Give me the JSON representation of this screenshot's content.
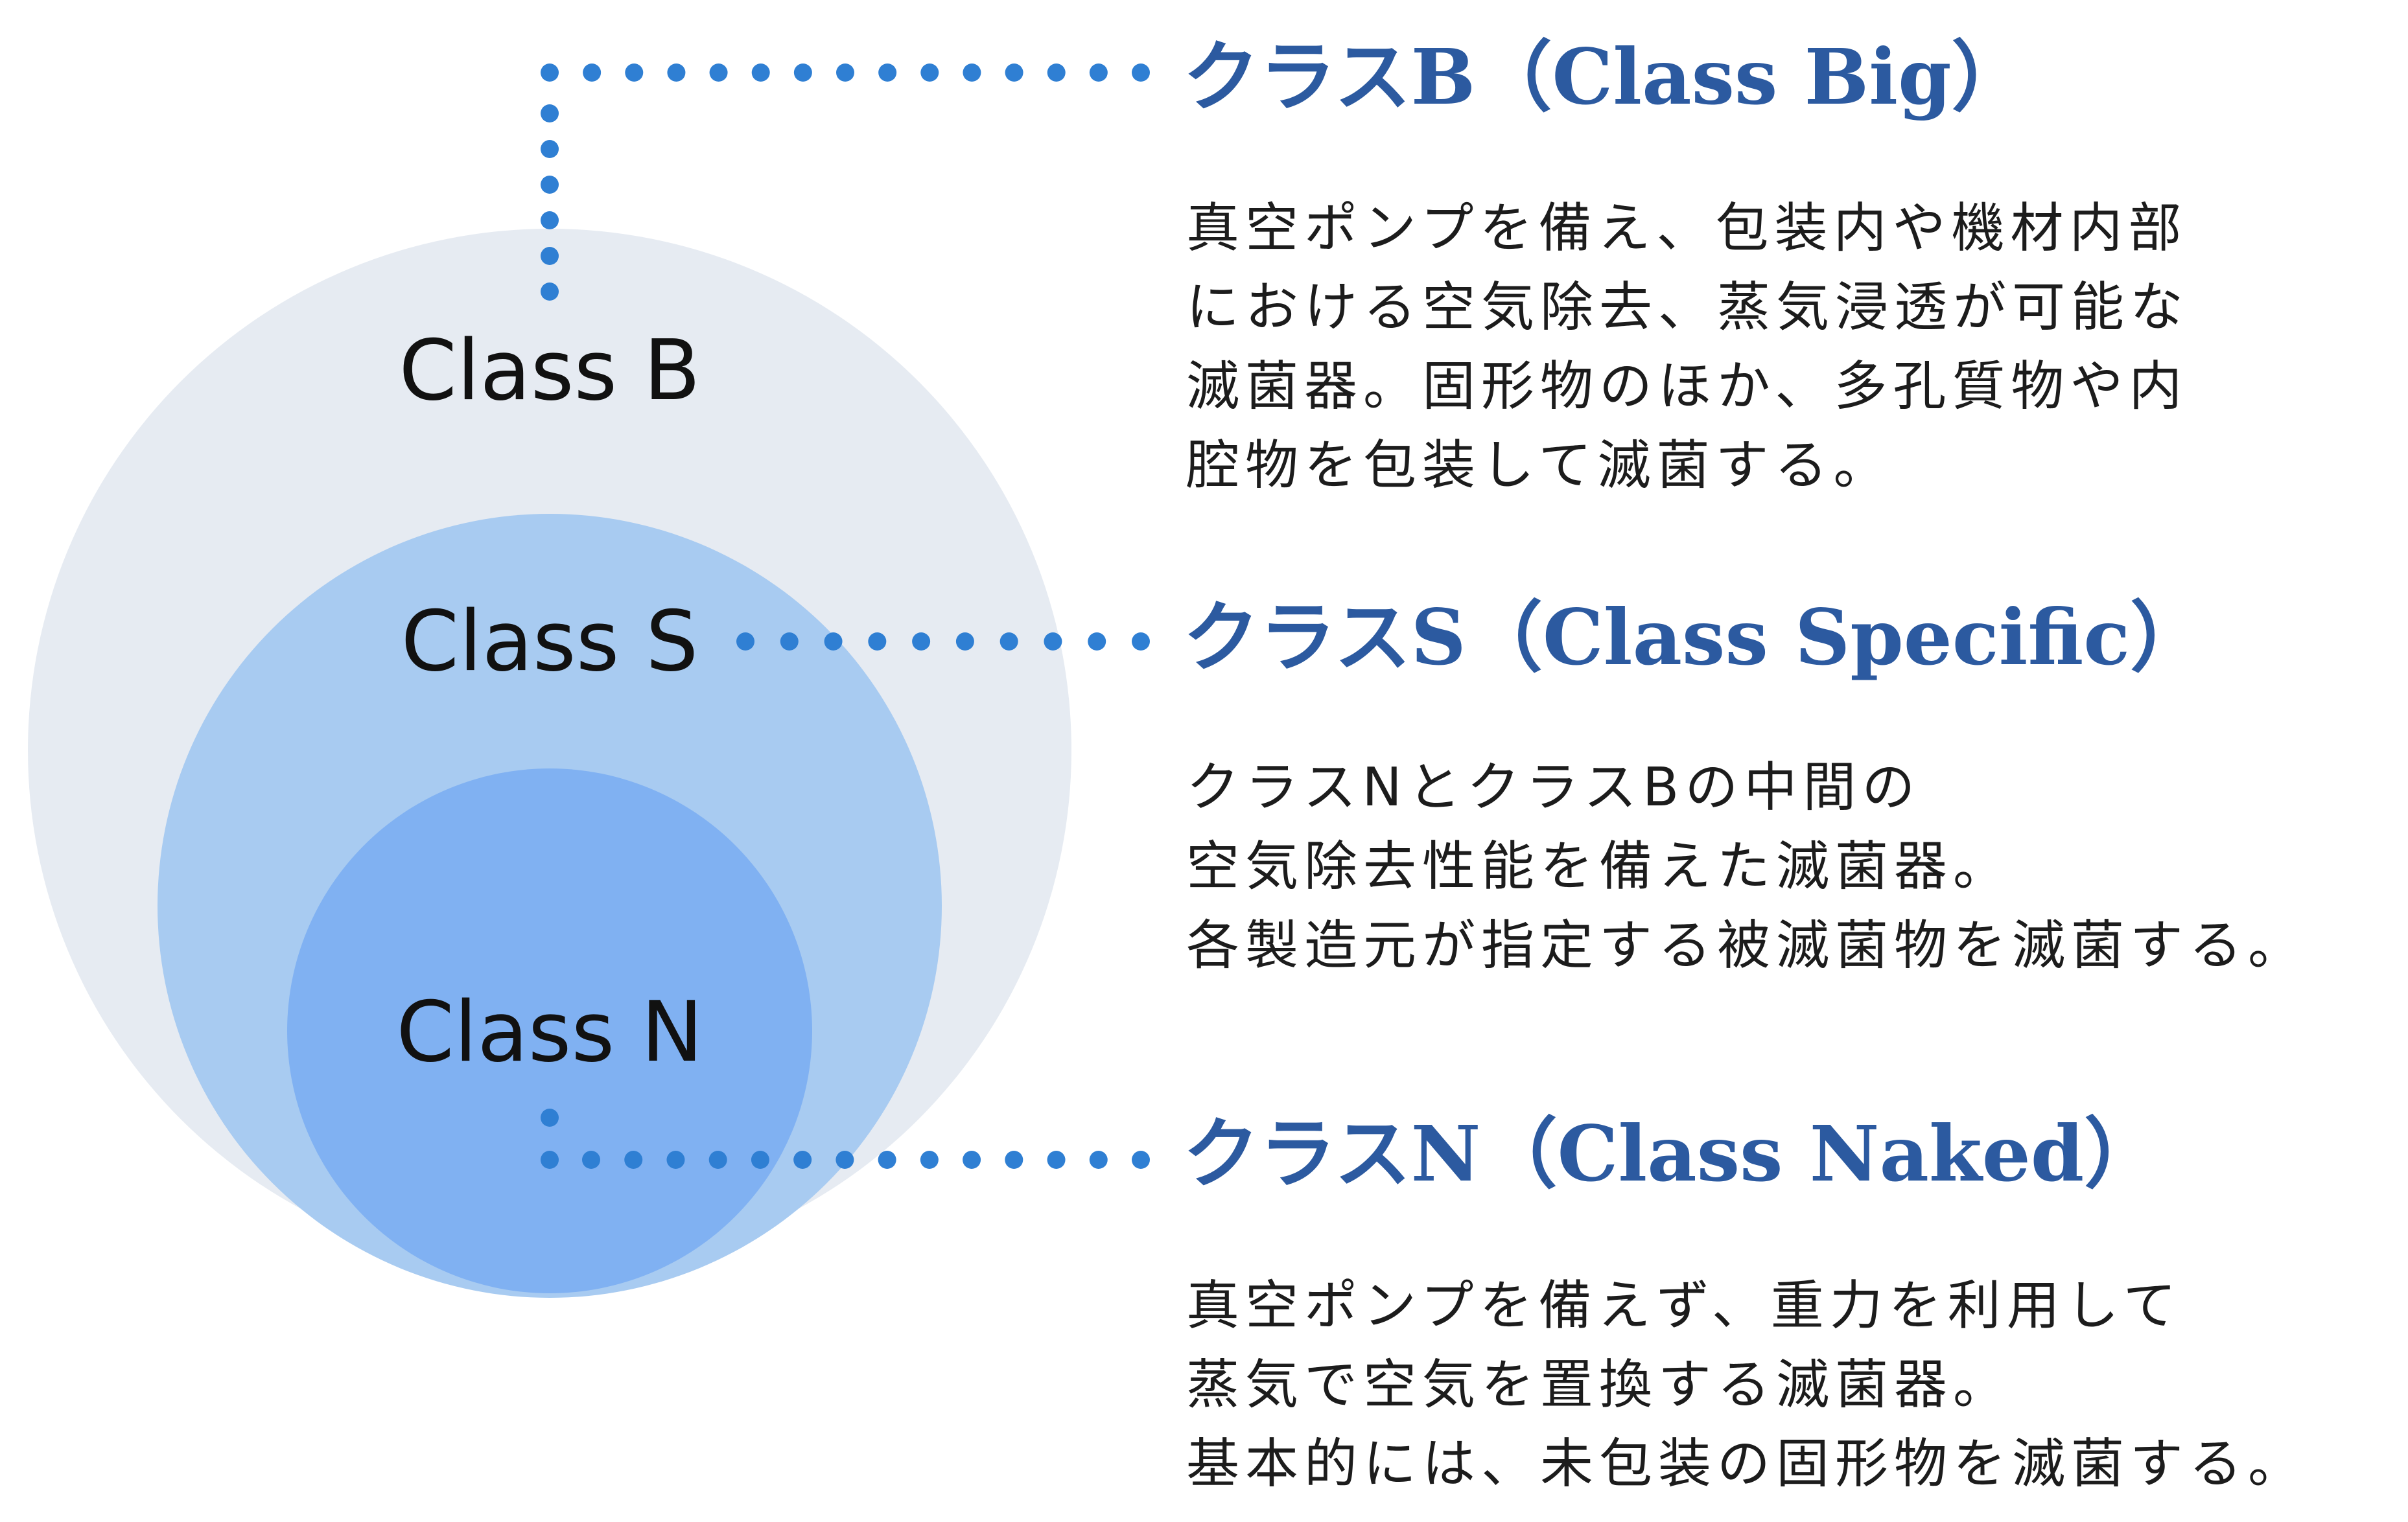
{
  "diagram": {
    "circles": [
      {
        "id": "class-b",
        "label": "Class B",
        "color": "#e6ebf2"
      },
      {
        "id": "class-s",
        "label": "Class S",
        "color": "#a8cbf1"
      },
      {
        "id": "class-n",
        "label": "Class N",
        "color": "#80b1f2"
      }
    ],
    "connector_color": "#2f7fd3"
  },
  "classes": [
    {
      "title": "クラスB（Class Big）",
      "description": [
        "真空ポンプを備え、包装内や機材内部",
        "における空気除去、蒸気浸透が可能な",
        "滅菌器。固形物のほか、多孔質物や内",
        "腔物を包装して滅菌する。"
      ]
    },
    {
      "title": "クラスS（Class Specific）",
      "description": [
        "クラスNとクラスBの中間の",
        "空気除去性能を備えた滅菌器。",
        "各製造元が指定する被滅菌物を滅菌する。"
      ]
    },
    {
      "title": "クラスN（Class Naked）",
      "description": [
        "真空ポンプを備えず、重力を利用して",
        "蒸気で空気を置換する滅菌器。",
        "基本的には、未包装の固形物を滅菌する。"
      ]
    }
  ]
}
